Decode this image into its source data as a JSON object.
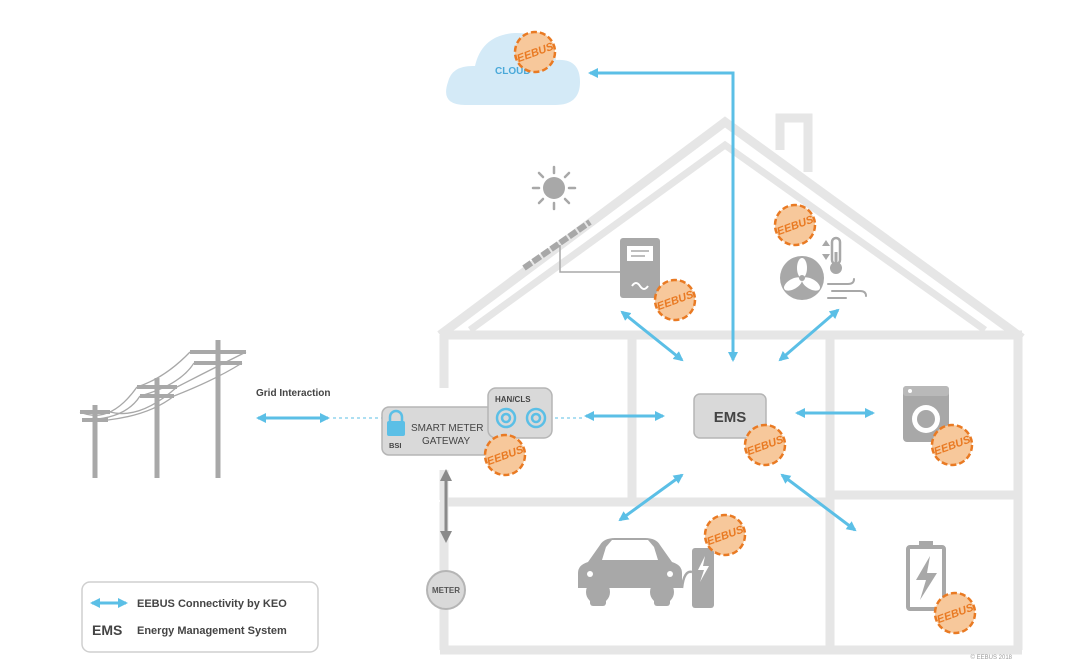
{
  "colors": {
    "house": "#e6e6e6",
    "device": "#a8a8a8",
    "arrow": "#5bbfe6",
    "cloud": "#d4eaf7",
    "badge": "#e97a23",
    "text_dark": "#444444"
  },
  "cloud": {
    "label": "CLOUD"
  },
  "grid": {
    "label": "Grid Interaction"
  },
  "gateway": {
    "line1": "SMART METER",
    "line2": "GATEWAY",
    "bsi": "BSI",
    "han_cls": "HAN/CLS"
  },
  "ems": {
    "label": "EMS"
  },
  "meter": {
    "label": "METER"
  },
  "badge_text": "EEBUS",
  "legend": {
    "connectivity": "EEBUS Connectivity by KEO",
    "ems_abbr": "EMS",
    "ems_full": "Energy Management System"
  },
  "copyright": "© EEBUS 2018",
  "icons": [
    "sun-icon",
    "solar-panel-icon",
    "inverter-icon",
    "heat-pump-icon",
    "power-pole-icon",
    "lock-icon",
    "washing-machine-icon",
    "electric-car-icon",
    "charging-station-icon",
    "battery-icon"
  ]
}
